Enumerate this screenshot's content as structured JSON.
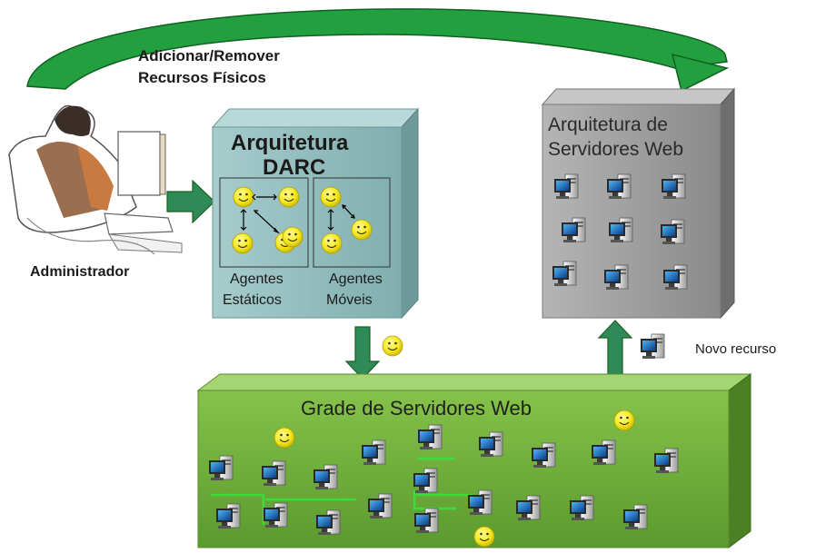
{
  "arc_label": {
    "line1": "Adicionar/Remover",
    "line2": "Recursos Físicos"
  },
  "admin": {
    "label": "Administrador"
  },
  "darc": {
    "title_line1": "Arquitetura",
    "title_line2": "DARC",
    "static_agents": {
      "line1": "Agentes",
      "line2": "Estáticos"
    },
    "mobile_agents": {
      "line1": "Agentes",
      "line2": "Móveis"
    }
  },
  "web_arch": {
    "title_line1": "Arquitetura de",
    "title_line2": "Servidores Web"
  },
  "grid": {
    "title": "Grade de Servidores Web"
  },
  "new_resource": {
    "label": "Novo recurso"
  },
  "colors": {
    "arrow_green": "#2e8b57",
    "arc_green": "#22a040",
    "darc_box": "#8fb8b8",
    "web_box": "#a0a0a0",
    "grid_box": "#6fa838",
    "smiley": "#f2e31a"
  }
}
